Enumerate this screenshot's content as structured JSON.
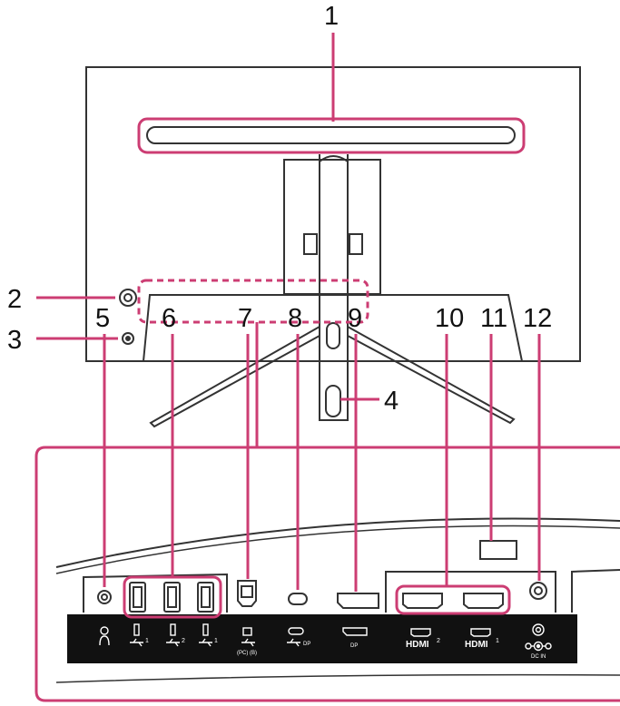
{
  "callouts": {
    "c1": "1",
    "c2": "2",
    "c3": "3",
    "c4": "4",
    "c5": "5",
    "c6": "6",
    "c7": "7",
    "c8": "8",
    "c9": "9",
    "c10": "10",
    "c11": "11",
    "c12": "12"
  },
  "port_labels": {
    "usb_a_1": "1",
    "usb_a_2": "2",
    "usb_a_3": "1",
    "usb_b": "(PC) (B)",
    "usb_c": "DP",
    "displayport": "DP",
    "hdmi_2_logo": "HDMI",
    "hdmi_2_num": "2",
    "hdmi_1_logo": "HDMI",
    "hdmi_1_num": "1",
    "dc_in": "DC IN"
  },
  "colors": {
    "highlight": "#cc3d73",
    "outline": "#333333",
    "label_strip": "#111111"
  },
  "icons": {
    "headphone": "headphone-icon",
    "usb": "usb-icon",
    "power_polarity": "polarity-icon"
  }
}
